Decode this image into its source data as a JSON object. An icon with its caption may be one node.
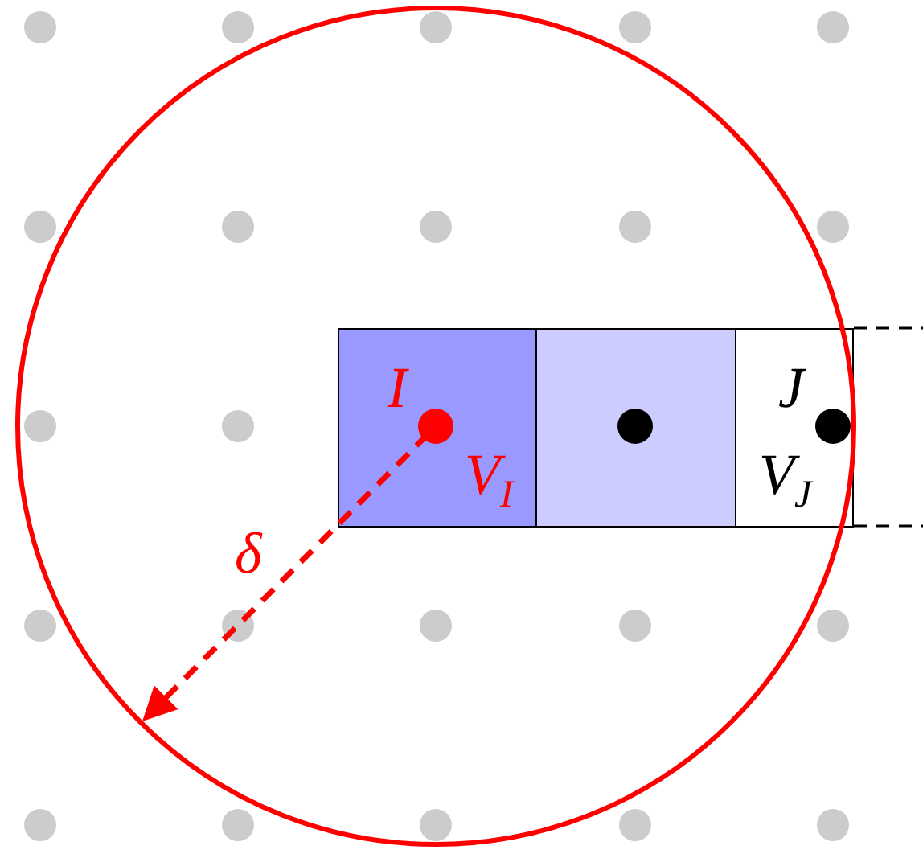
{
  "diagram": {
    "nodes": [
      {
        "text": [
          "I",
          "V$_{I}$"
        ]
      },
      {
        "text": [],
        "shape": "box"
      },
      {
        "text": [
          "J",
          "V$_{J}$"
        ]
      }
    ],
    "edges": [],
    "labels": [
      "δ"
    ]
  }
}
